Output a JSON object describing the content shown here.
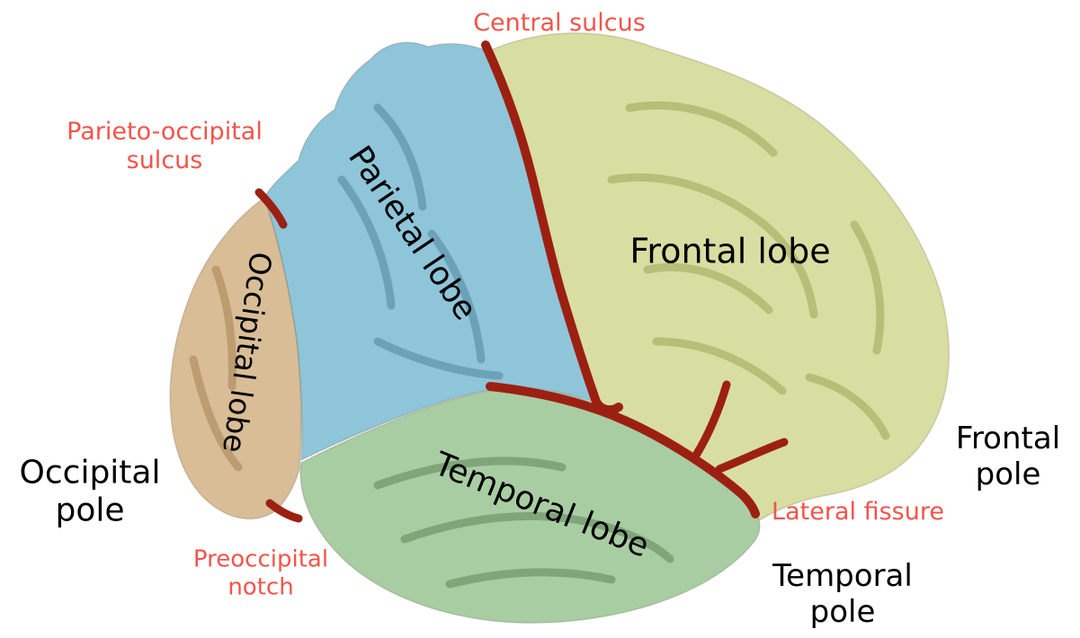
{
  "figure": {
    "description": "Lateral view of the human brain with color-coded lobes and labeled sulci and poles"
  },
  "colors": {
    "background": "#ffffff",
    "frontal_lobe": "#d8dea1",
    "parietal_lobe": "#8fc5d9",
    "occipital_lobe": "#d8bd96",
    "temporal_lobe": "#a9cda3",
    "sulcus_red": "#9c2012",
    "label_red": "#f2544b",
    "label_black": "#000000"
  },
  "labels": {
    "central_sulcus": "Central sulcus",
    "parieto_occipital_sulcus": "Parieto-occipital\nsulcus",
    "parietal_lobe": "Parietal lobe",
    "frontal_lobe": "Frontal lobe",
    "occipital_lobe": "Occipital lobe",
    "occipital_pole": "Occipital\npole",
    "frontal_pole": "Frontal\npole",
    "lateral_fissure": "Lateral fissure",
    "temporal_lobe": "Temporal lobe",
    "preoccipital_notch": "Preoccipital\nnotch",
    "temporal_pole": "Temporal\npole"
  }
}
